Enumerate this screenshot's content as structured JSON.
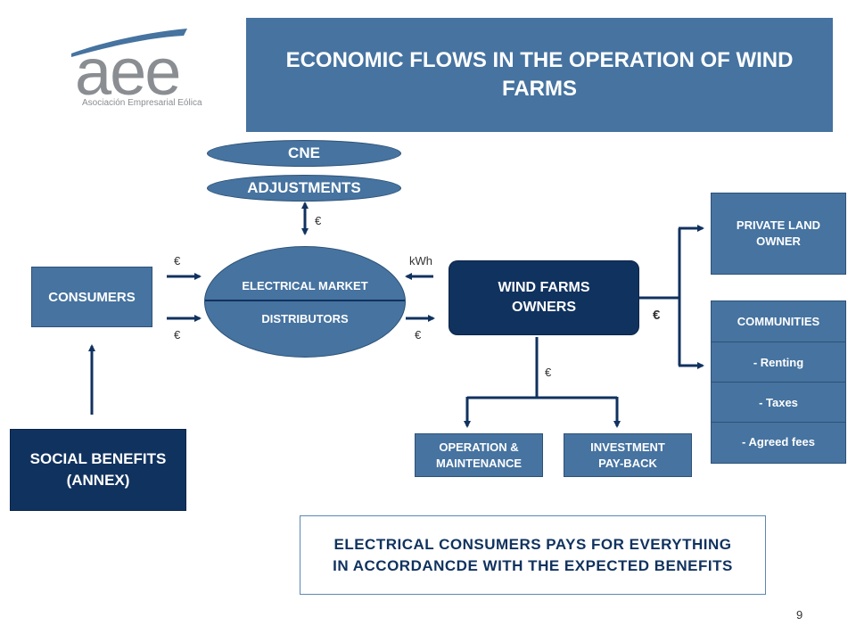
{
  "header": {
    "title": "ECONOMIC FLOWS IN THE OPERATION OF WIND FARMS",
    "logo_text": "aee",
    "logo_subtitle": "Asociación Empresarial Eólica"
  },
  "diagram": {
    "cne": "CNE",
    "adjustments": "ADJUSTMENTS",
    "market_top": "ELECTRICAL MARKET",
    "market_bottom": "DISTRIBUTORS",
    "consumers": "CONSUMERS",
    "social_benefits": "SOCIAL BENEFITS (ANNEX)",
    "wind_farms": "WIND FARMS OWNERS",
    "private_land": "PRIVATE LAND OWNER",
    "communities": "COMMUNITIES",
    "renting": "- Renting",
    "taxes": "- Taxes",
    "agreed_fees": "- Agreed fees",
    "operation": "OPERATION & MAINTENANCE",
    "investment": "INVESTMENT PAY-BACK",
    "euro": "€",
    "kwh": "kWh"
  },
  "note": "ELECTRICAL CONSUMERS PAYS FOR EVERYTHING IN ACCORDANCDE WITH THE EXPECTED BENEFITS",
  "page_number": "9",
  "colors": {
    "box": "#4673a0",
    "dark_box": "#10325f",
    "arrow": "#10325f"
  }
}
